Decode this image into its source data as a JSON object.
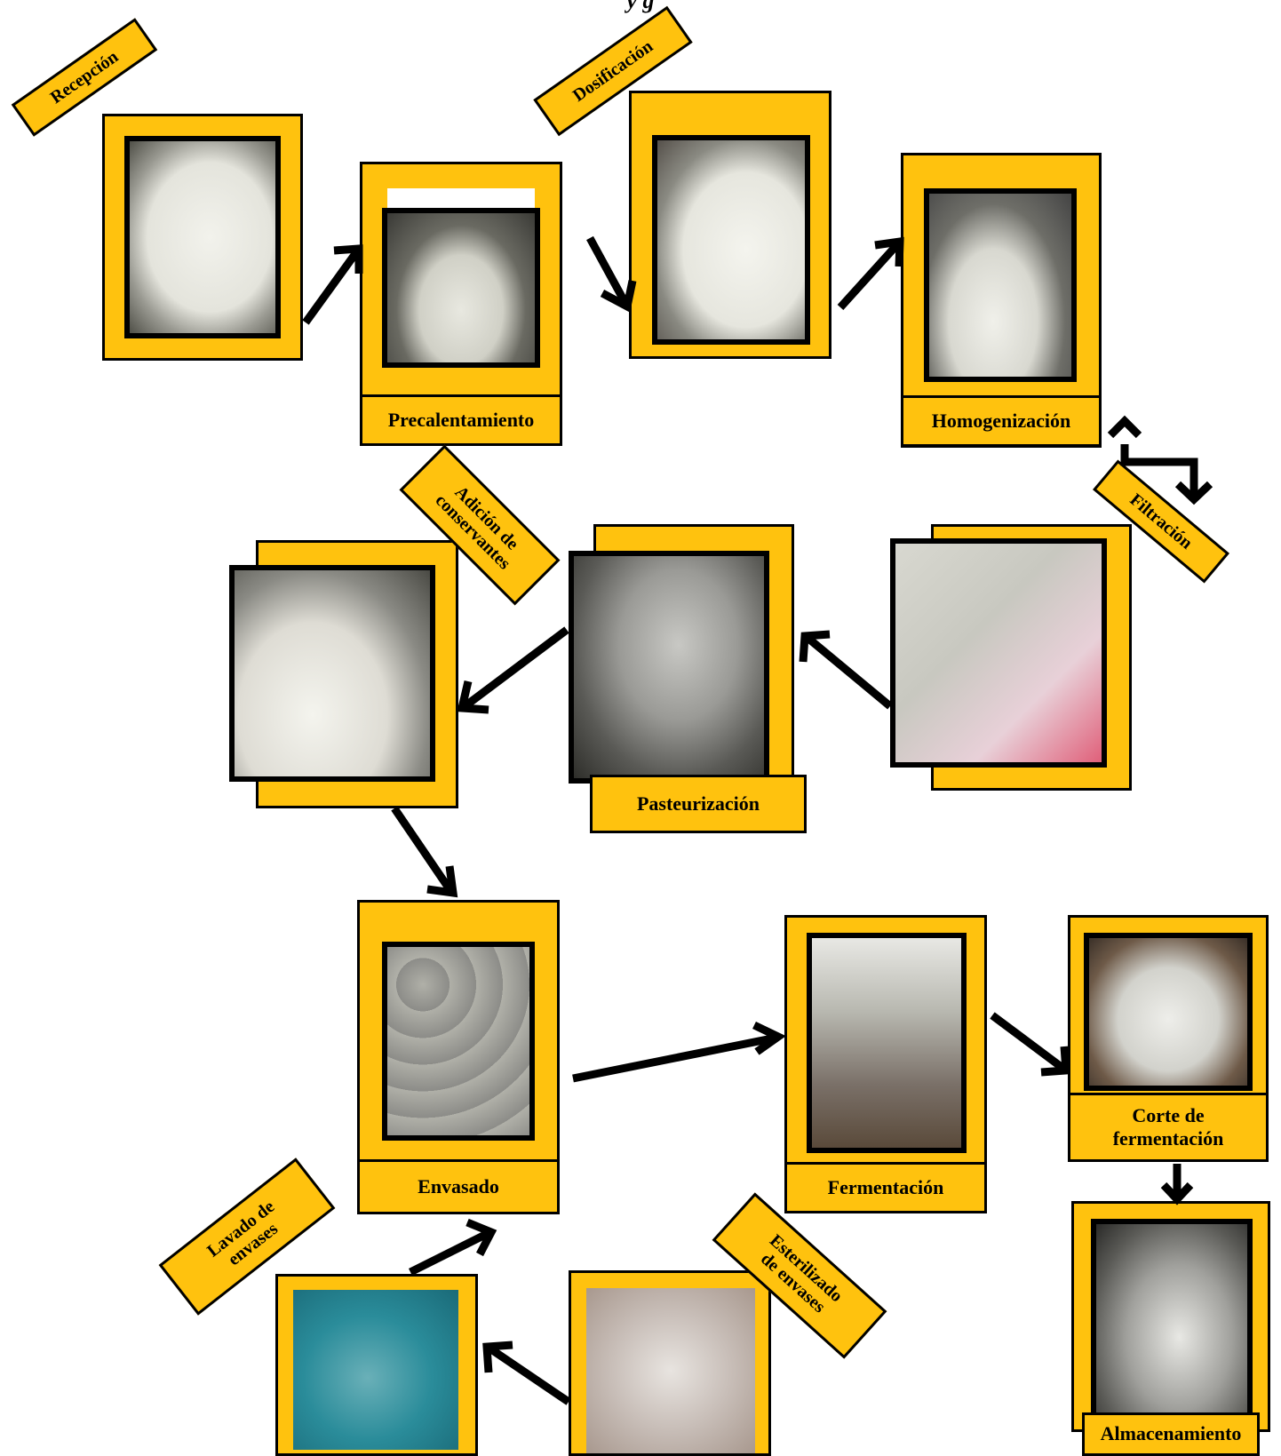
{
  "title": "y g",
  "steps": {
    "recepcion": "Recepción",
    "dosificacion": "Dosificación",
    "precalentamiento": "Precalentamiento",
    "homogenizacion": "Homogenización",
    "filtracion": "Filtración",
    "adicion": "Adición de\nconservantes",
    "pasteurizacion": "Pasteurización",
    "envasado": "Envasado",
    "fermentacion": "Fermentación",
    "corte": "Corte de\nfermentación",
    "almacenamiento": "Almacenamiento",
    "lavado": "Lavado de\nenvases",
    "esterilizado": "Esterilizado\nde envases"
  },
  "colors": {
    "frame": "#FFC20E",
    "border": "#000000",
    "arrow": "#000000"
  }
}
